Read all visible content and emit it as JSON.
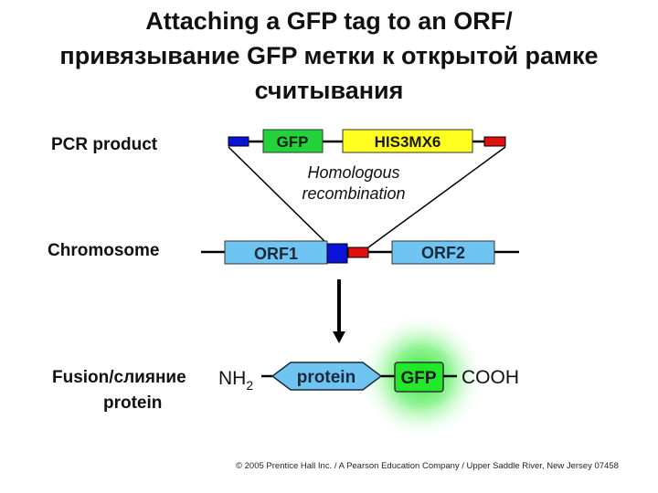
{
  "title": {
    "line1": "Attaching a GFP tag to an ORF/",
    "line2": "привязывание GFP метки к открытой рамке",
    "line3": "считывания"
  },
  "labels": {
    "pcr_product": "PCR product",
    "chromosome": "Chromosome",
    "fusion_line1": "Fusion/слияние",
    "fusion_line2": "protein"
  },
  "pcr": {
    "gfp": "GFP",
    "marker": "HIS3MX6"
  },
  "recombination": {
    "line1": "Homologous",
    "line2": "recombination"
  },
  "chromosome": {
    "orf1": "ORF1",
    "orf2": "ORF2"
  },
  "fusion": {
    "n_terminus": "NH",
    "n_sub": "2",
    "protein": "protein",
    "gfp": "GFP",
    "c_terminus": "COOH"
  },
  "colors": {
    "blue_flank": "#0a14d8",
    "red_flank": "#e01010",
    "gfp_green": "#22d43a",
    "marker_yellow": "#ffff20",
    "orf_blue": "#70c4f2",
    "glow": "#2ee63a"
  },
  "footer": "© 2005 Prentice Hall Inc. / A Pearson Education Company / Upper Saddle River, New Jersey 07458"
}
